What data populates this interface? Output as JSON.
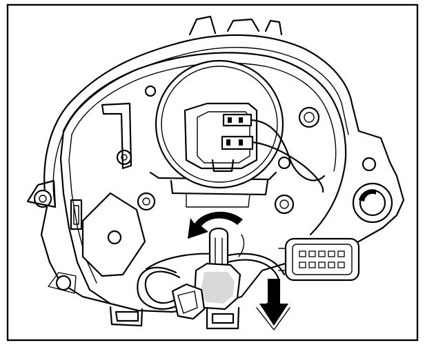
{
  "figure": {
    "border_color": "#000000",
    "background": "#ffffff",
    "line_color": "#000000",
    "icons": [
      "rotation-arrow-icon",
      "down-arrow-icon"
    ]
  },
  "chart_data": {
    "type": "diagram",
    "components": [
      "headlamp-housing",
      "bulb-holder",
      "bulb-socket",
      "wiring-harness",
      "electrical-connector",
      "mounting-screw"
    ],
    "arrows": [
      {
        "kind": "rotation",
        "direction": "counterclockwise"
      },
      {
        "kind": "straight",
        "direction": "down"
      }
    ]
  }
}
